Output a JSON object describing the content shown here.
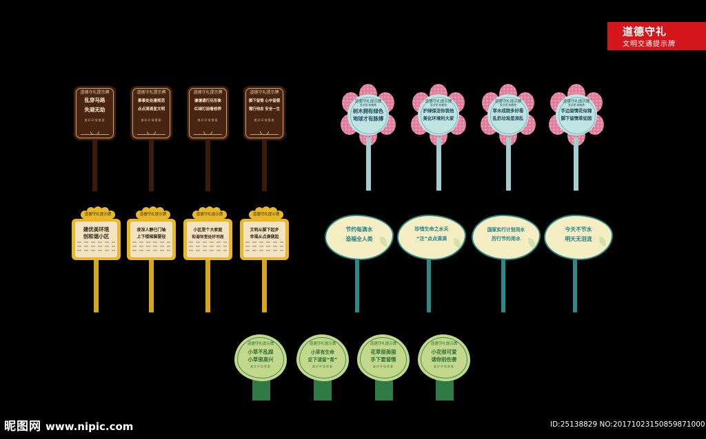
{
  "badge": {
    "title": "道德守礼",
    "subtitle": "文明交通提示牌"
  },
  "header_text": "道德守礼提示牌",
  "brown_signs": [
    {
      "lines": [
        "乱穿马路",
        "失避无助"
      ]
    },
    {
      "lines": [
        "事事处处遵规范",
        "点点滴滴显文明"
      ]
    },
    {
      "lines": [
        "谦谦通行见形象",
        "红绿灯前看修养"
      ]
    },
    {
      "lines": [
        "脚下留情 心中留德",
        "需行他念 安全一生"
      ]
    }
  ],
  "gold_signs": [
    {
      "lines": [
        "建优美环境",
        "创和谐小区"
      ]
    },
    {
      "lines": [
        "夜深人静已门轴",
        "上下楼梯脚要轻"
      ]
    },
    {
      "lines": [
        "小区是个大家庭",
        "和谐邻里处好邻居"
      ]
    },
    {
      "lines": [
        "文明从脚下起步",
        "幸福从点滴做起"
      ]
    }
  ],
  "flower_signs": [
    {
      "lines": [
        "树木拥有绿色",
        "地球才有脉搏"
      ]
    },
    {
      "lines": [
        "护绿保洁你我他",
        "美化环境利大家"
      ]
    },
    {
      "lines": [
        "草木成荫多好看",
        "乱扔垃圾是添乱"
      ]
    },
    {
      "lines": [
        "手边留情花似锦",
        "脚下留情草如茵"
      ]
    }
  ],
  "flower_subheader": "多文明 有教养",
  "cloud_signs": [
    {
      "lines": [
        "节约每滴水",
        "造福全人类"
      ]
    },
    {
      "lines": [
        "珍惜生命之水天",
        "“注”点点滴滴"
      ]
    },
    {
      "lines": [
        "国家实行计划用水",
        "厉行节约用水"
      ]
    },
    {
      "lines": [
        "今天不节水",
        "明天无泪流"
      ]
    }
  ],
  "tree_signs": [
    {
      "lines": [
        "小草不乱踩",
        "小草很高兴"
      ]
    },
    {
      "lines": [
        "小草有生命",
        "足下请留“青”"
      ]
    },
    {
      "lines": [
        "花草很美丽",
        "手下要留情"
      ]
    },
    {
      "lines": [
        "小花很可爱",
        "请你别伤害"
      ]
    }
  ],
  "small_text": "美好环境需要",
  "footer": {
    "logo": "昵图网",
    "url": "www.nipic.com",
    "id": "ID:25138829 NO:20171023150859871000"
  },
  "colors": {
    "background": "#000000",
    "badge": "#d4161d",
    "brown": "#4a2412",
    "gold": "#e7b82a",
    "pink": "#e07d9c",
    "teal": "#2a8a86",
    "green": "#c2d98c"
  }
}
